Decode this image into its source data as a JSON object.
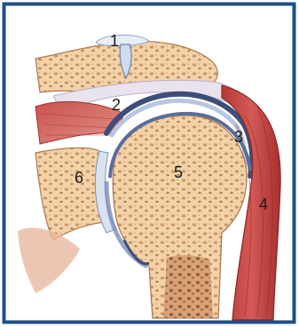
{
  "figure": {
    "frame_color": "#1f4f86",
    "labels": [
      {
        "id": "1",
        "text": "1"
      },
      {
        "id": "2",
        "text": "2"
      },
      {
        "id": "3",
        "text": "3"
      },
      {
        "id": "4",
        "text": "4"
      },
      {
        "id": "5",
        "text": "5"
      },
      {
        "id": "6",
        "text": "6"
      }
    ]
  }
}
